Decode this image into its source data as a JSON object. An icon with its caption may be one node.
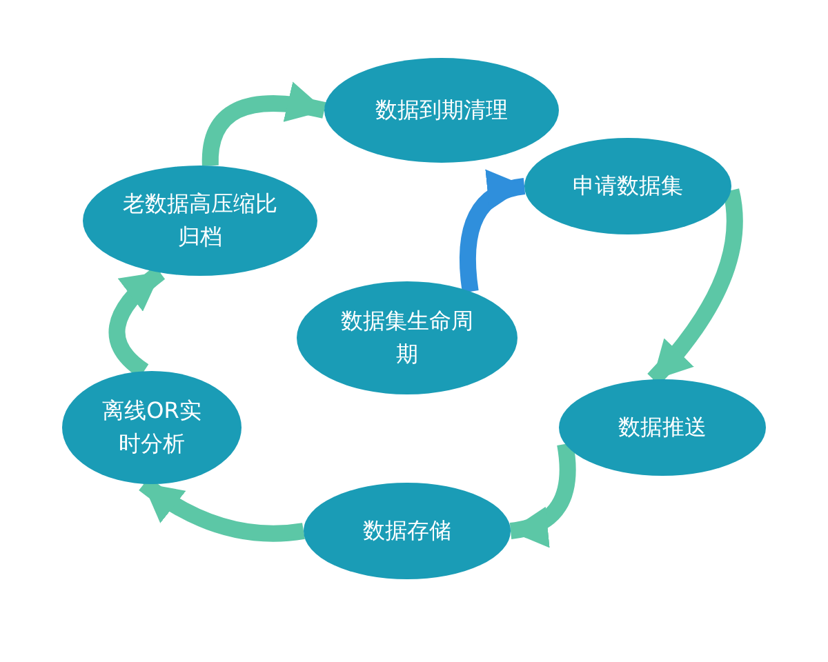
{
  "diagram": {
    "nodes": [
      {
        "text": [
          "数据到期清理"
        ]
      },
      {
        "text": [
          "申请数据集"
        ]
      },
      {
        "text": [
          "老数据高压缩比归档"
        ]
      },
      {
        "text": [
          "数据集生命周期"
        ]
      },
      {
        "text": [
          "数据推送"
        ]
      },
      {
        "text": [
          "离线OR实时分析"
        ]
      },
      {
        "text": [
          "数据存储"
        ]
      }
    ],
    "edges": [
      {
        "from": 3,
        "to": 1,
        "arrow": "to",
        "color": "#2f8fdc"
      },
      {
        "from": 1,
        "to": 4,
        "arrow": "to"
      },
      {
        "from": 4,
        "to": 6,
        "arrow": "to"
      },
      {
        "from": 6,
        "to": 5,
        "arrow": "to"
      },
      {
        "from": 5,
        "to": 2,
        "arrow": "to"
      },
      {
        "from": 2,
        "to": 0,
        "arrow": "to"
      }
    ]
  }
}
